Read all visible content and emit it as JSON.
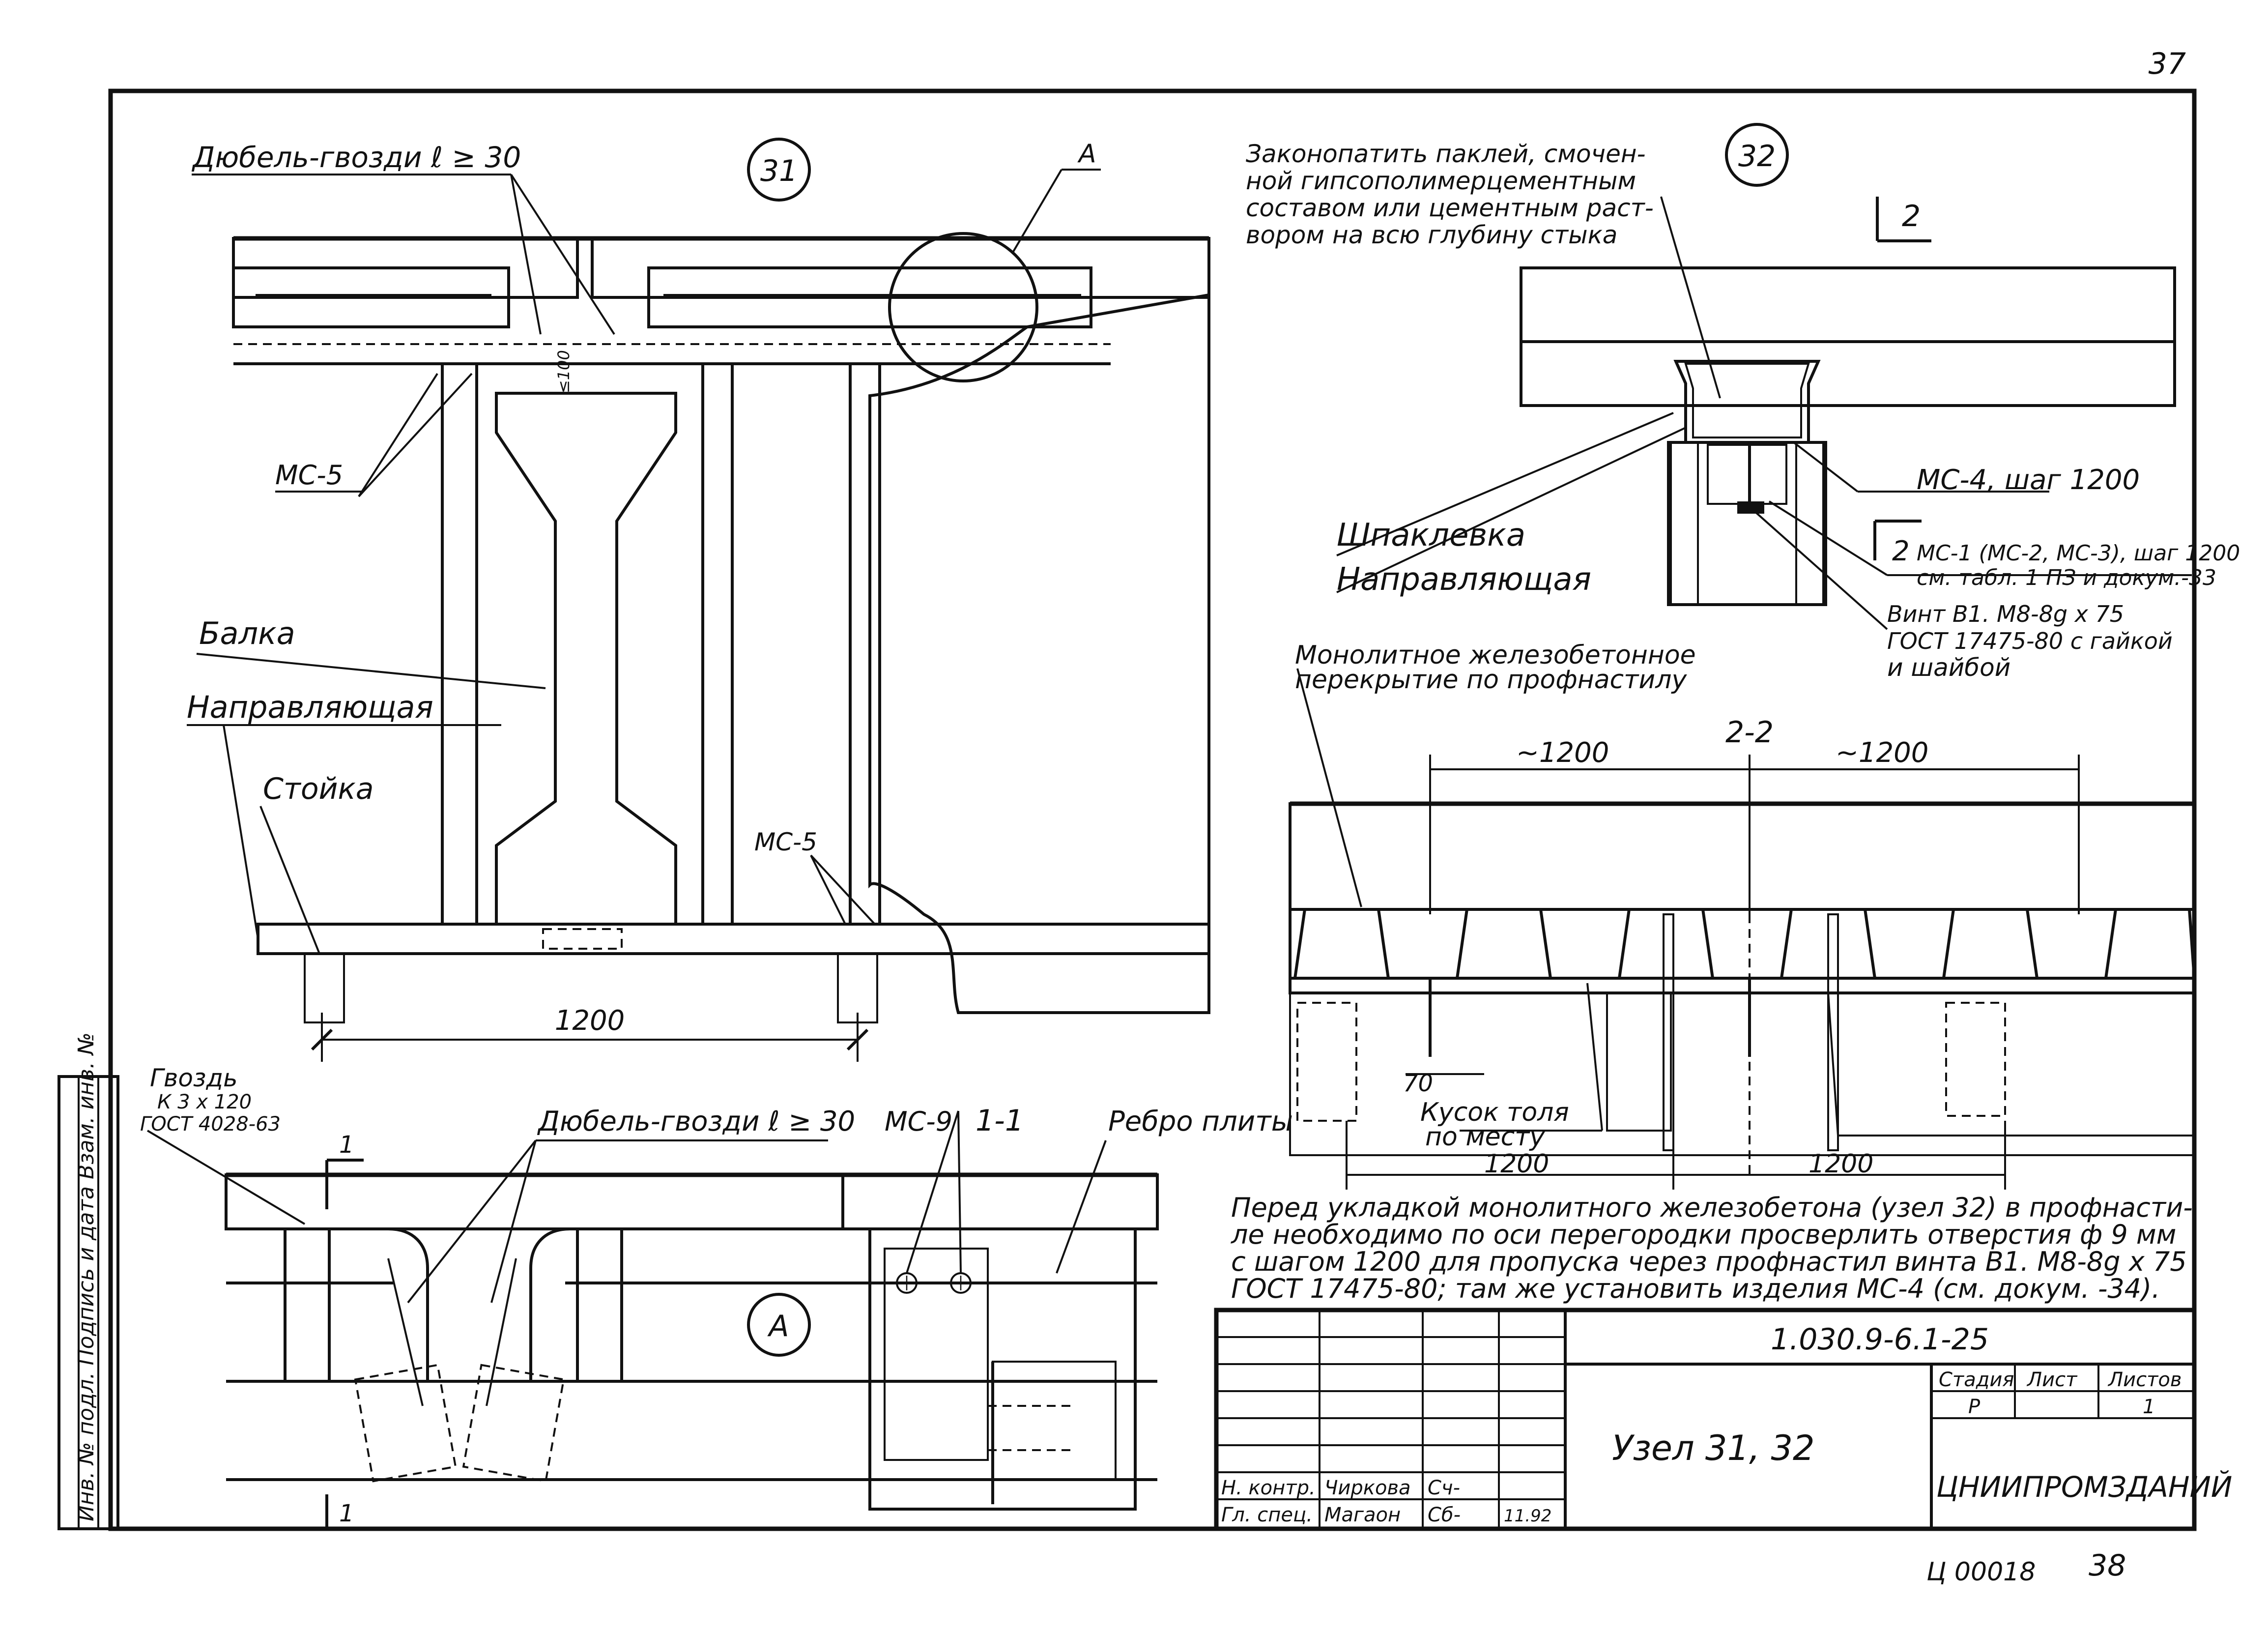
{
  "sheet": {
    "page_number": "37",
    "bottom_code": "Ц 00018",
    "bottom_number": "38",
    "side_stamp": "Инв. № подл. Подпись и дата Взам. инв. №"
  },
  "node31": {
    "circle_label": "31",
    "detail_marker": "А",
    "dowel_label": "Дюбель-гвозди ℓ ≥ 30",
    "ms5_label": "МС-5",
    "ms5_label_2": "МС-5",
    "beam_label": "Балка",
    "guide_label": "Направляющая",
    "stud_label": "Стойка",
    "gap_label": "≤100",
    "dim_1200": "1200"
  },
  "node32": {
    "circle_label": "32",
    "caulk_note_1": "Законопатить паклей, смочен-",
    "caulk_note_2": "ной гипсополимерцементным",
    "caulk_note_3": "составом или цементным раст-",
    "caulk_note_4": "вором на всю глубину стыка",
    "section_mark": "2",
    "section_mark_2": "2",
    "putty_label": "Шпаклевка",
    "guide_label": "Направляющая",
    "ms4_label": "МС-4, шаг 1200",
    "ms1_label_1": "МС-1 (МС-2, МС-3), шаг 1200",
    "ms1_label_2": "см. табл. 1 ПЗ и докум.-33",
    "screw_label_1": "Винт В1. М8-8g x 75",
    "screw_label_2": "ГОСТ 17475-80 с гайкой",
    "screw_label_3": "и шайбой"
  },
  "section22": {
    "title": "2-2",
    "slab_label_1": "Монолитное железобетонное",
    "slab_label_2": "перекрытие по профнастилу",
    "dim_left": "~1200",
    "dim_right": "~1200",
    "dim_70": "70",
    "felt_label_1": "Кусок толя",
    "felt_label_2": "по месту",
    "dim_bottom_left": "1200",
    "dim_bottom_right": "1200"
  },
  "detailA": {
    "circle_label": "А",
    "nail_label_1": "Гвоздь",
    "nail_label_2": "К 3 x 120",
    "nail_label_3": "ГОСТ 4028-63",
    "dowel_label": "Дюбель-гвозди ℓ ≥ 30",
    "cut_mark": "1",
    "cut_mark_2": "1"
  },
  "section11": {
    "ms9_label": "МС-9",
    "title": "1-1",
    "rib_label": "Ребро плиты"
  },
  "note": {
    "line_1": "Перед укладкой монолитного железобетона (узел 32) в профнасти-",
    "line_2": "ле необходимо по оси перегородки просверлить отверстия ф 9 мм",
    "line_3": "с шагом 1200 для пропуска через профнастил винта В1. М8-8g x 75",
    "line_4": "ГОСТ 17475-80; там же установить изделия МС-4 (см. докум. -34)."
  },
  "title_block": {
    "doc_code": "1.030.9-6.1-25",
    "drawing_title": "Узел 31, 32",
    "stage_header": "Стадия",
    "sheet_header": "Лист",
    "sheets_header": "Листов",
    "stage_value": "Р",
    "sheet_value": "1",
    "organization": "ЦНИИПРОМЗДАНИЙ",
    "row1_role": "Н. контр.",
    "row1_name": "Чиркова",
    "row1_sign": "Сч-",
    "row2_role": "Гл. спец.",
    "row2_name": "Магаон",
    "row2_sign": "Сб-",
    "row2_date": "11.92"
  }
}
